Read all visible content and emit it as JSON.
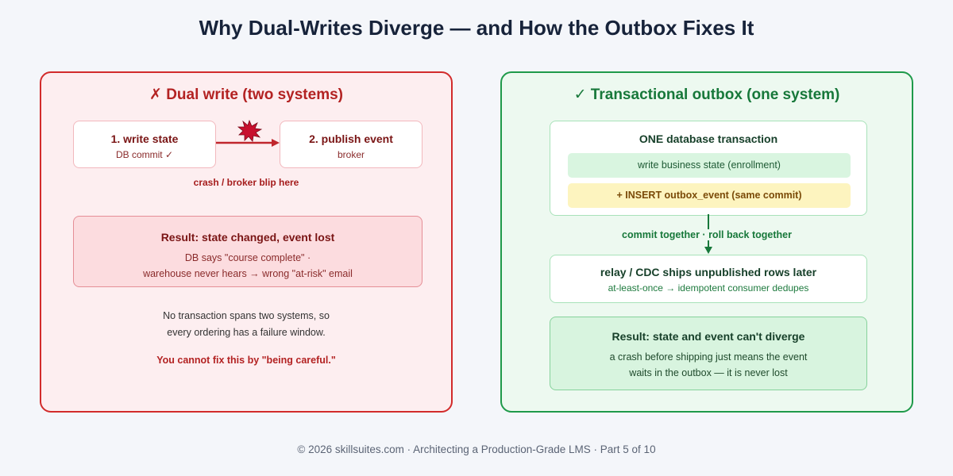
{
  "title": "Why Dual-Writes Diverge — and How the Outbox Fixes It",
  "left_panel": {
    "title": "✗ Dual write (two systems)",
    "step1": {
      "title": "1. write state",
      "subtitle": "DB commit ✓"
    },
    "step2": {
      "title": "2. publish event",
      "subtitle": "broker"
    },
    "crash_label": "crash / broker blip here",
    "result": {
      "title": "Result: state changed, event lost",
      "line1": "DB says \"course complete\" ·",
      "line2": "warehouse never hears → wrong \"at-risk\" email"
    },
    "note_line1": "No transaction spans two systems, so",
    "note_line2": "every ordering has a failure window.",
    "warning": "You cannot fix this by \"being careful.\""
  },
  "right_panel": {
    "title": "✓ Transactional outbox (one system)",
    "transaction": {
      "title": "ONE database transaction",
      "state_row": "write business state (enrollment)",
      "outbox_row": "+ INSERT outbox_event (same commit)"
    },
    "commit_label": "commit together · roll back together",
    "relay": {
      "title": "relay / CDC ships unpublished rows later",
      "subtitle": "at-least-once → idempotent consumer dedupes"
    },
    "result": {
      "title": "Result: state and event can't diverge",
      "line1": "a crash before shipping just means the event",
      "line2": "waits in the outbox — it is never lost"
    }
  },
  "footer": "© 2026 skillsuites.com · Architecting a Production-Grade LMS · Part 5 of 10",
  "colors": {
    "bad_accent": "#d22b2b",
    "good_accent": "#1f9a4a",
    "crash_burst": "#c8102e"
  }
}
